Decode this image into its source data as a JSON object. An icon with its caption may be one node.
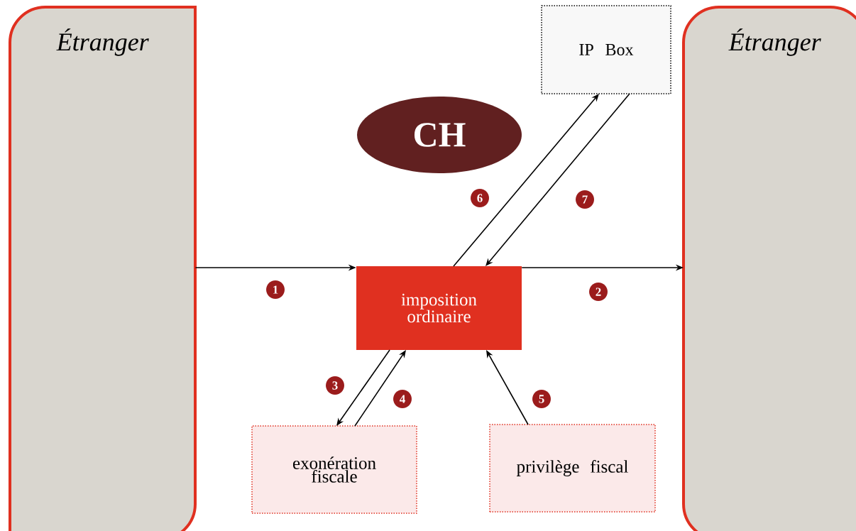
{
  "diagram": {
    "nodes": [
      {
        "text": [
          "Étranger"
        ]
      },
      {
        "text": [
          "Étranger"
        ]
      },
      {
        "text": [
          "IP Box"
        ]
      },
      {
        "text": [
          "CH"
        ]
      },
      {
        "text": [
          "imposition ordinaire"
        ]
      },
      {
        "text": [
          "exonération fiscale"
        ]
      },
      {
        "text": [
          "privilège fiscal"
        ]
      }
    ],
    "edges": [
      {
        "from": 0,
        "to": 4,
        "arrow": "to",
        "label": "1"
      },
      {
        "from": 4,
        "to": 1,
        "arrow": "to",
        "label": "2"
      },
      {
        "from": 4,
        "to": 5,
        "arrow": "to",
        "label": "3"
      },
      {
        "from": 5,
        "to": 4,
        "arrow": "to",
        "label": "4"
      },
      {
        "from": 6,
        "to": 4,
        "arrow": "to",
        "label": "5"
      },
      {
        "from": 4,
        "to": 2,
        "arrow": "to",
        "label": "6"
      },
      {
        "from": 2,
        "to": 4,
        "arrow": "to",
        "label": "7"
      }
    ]
  }
}
